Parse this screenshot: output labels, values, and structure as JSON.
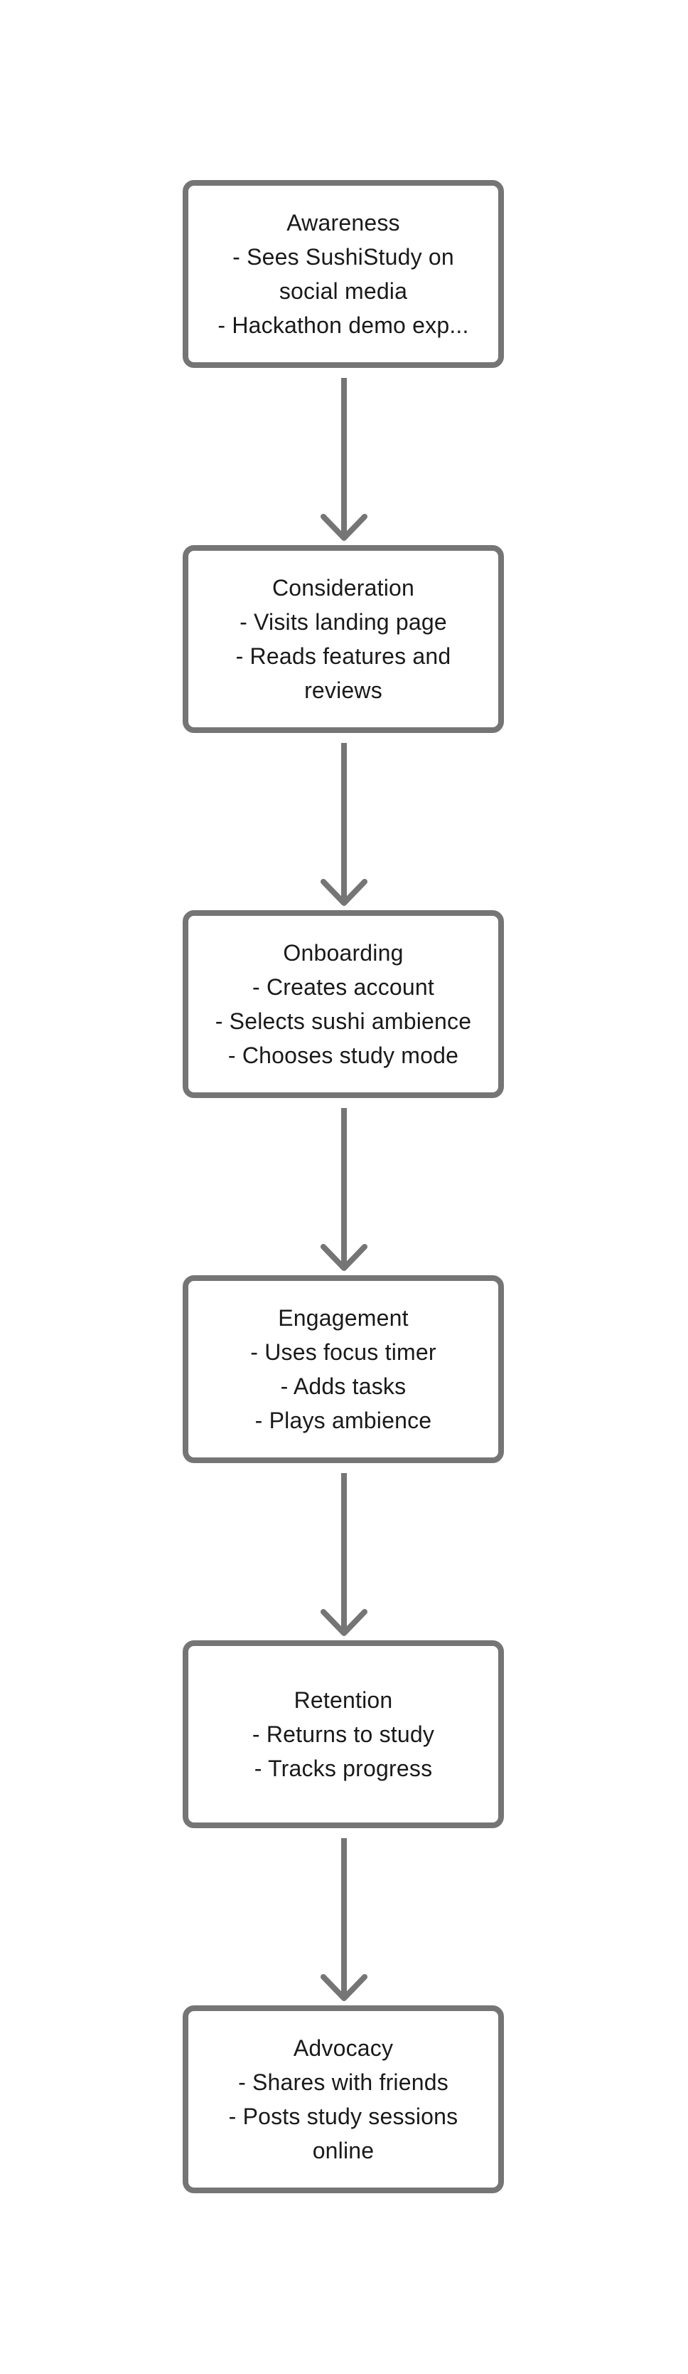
{
  "flowchart": {
    "type": "user-journey",
    "direction": "top-down",
    "nodes": [
      {
        "title": "Awareness",
        "lines": [
          "- Sees SushiStudy on",
          "social media",
          "- Hackathon demo exp..."
        ]
      },
      {
        "title": "Consideration",
        "lines": [
          "- Visits landing page",
          "- Reads features and",
          "reviews"
        ]
      },
      {
        "title": "Onboarding",
        "lines": [
          "- Creates account",
          "- Selects sushi ambience",
          "- Chooses study mode"
        ]
      },
      {
        "title": "Engagement",
        "lines": [
          "- Uses focus timer",
          "- Adds tasks",
          "- Plays ambience"
        ]
      },
      {
        "title": "Retention",
        "lines": [
          "- Returns to study",
          "- Tracks progress"
        ]
      },
      {
        "title": "Advocacy",
        "lines": [
          "- Shares with friends",
          "- Posts study sessions",
          "online"
        ]
      }
    ]
  },
  "colors": {
    "border": "#757575",
    "arrow": "#757575",
    "text": "#1a1a1a",
    "bg": "#ffffff"
  }
}
